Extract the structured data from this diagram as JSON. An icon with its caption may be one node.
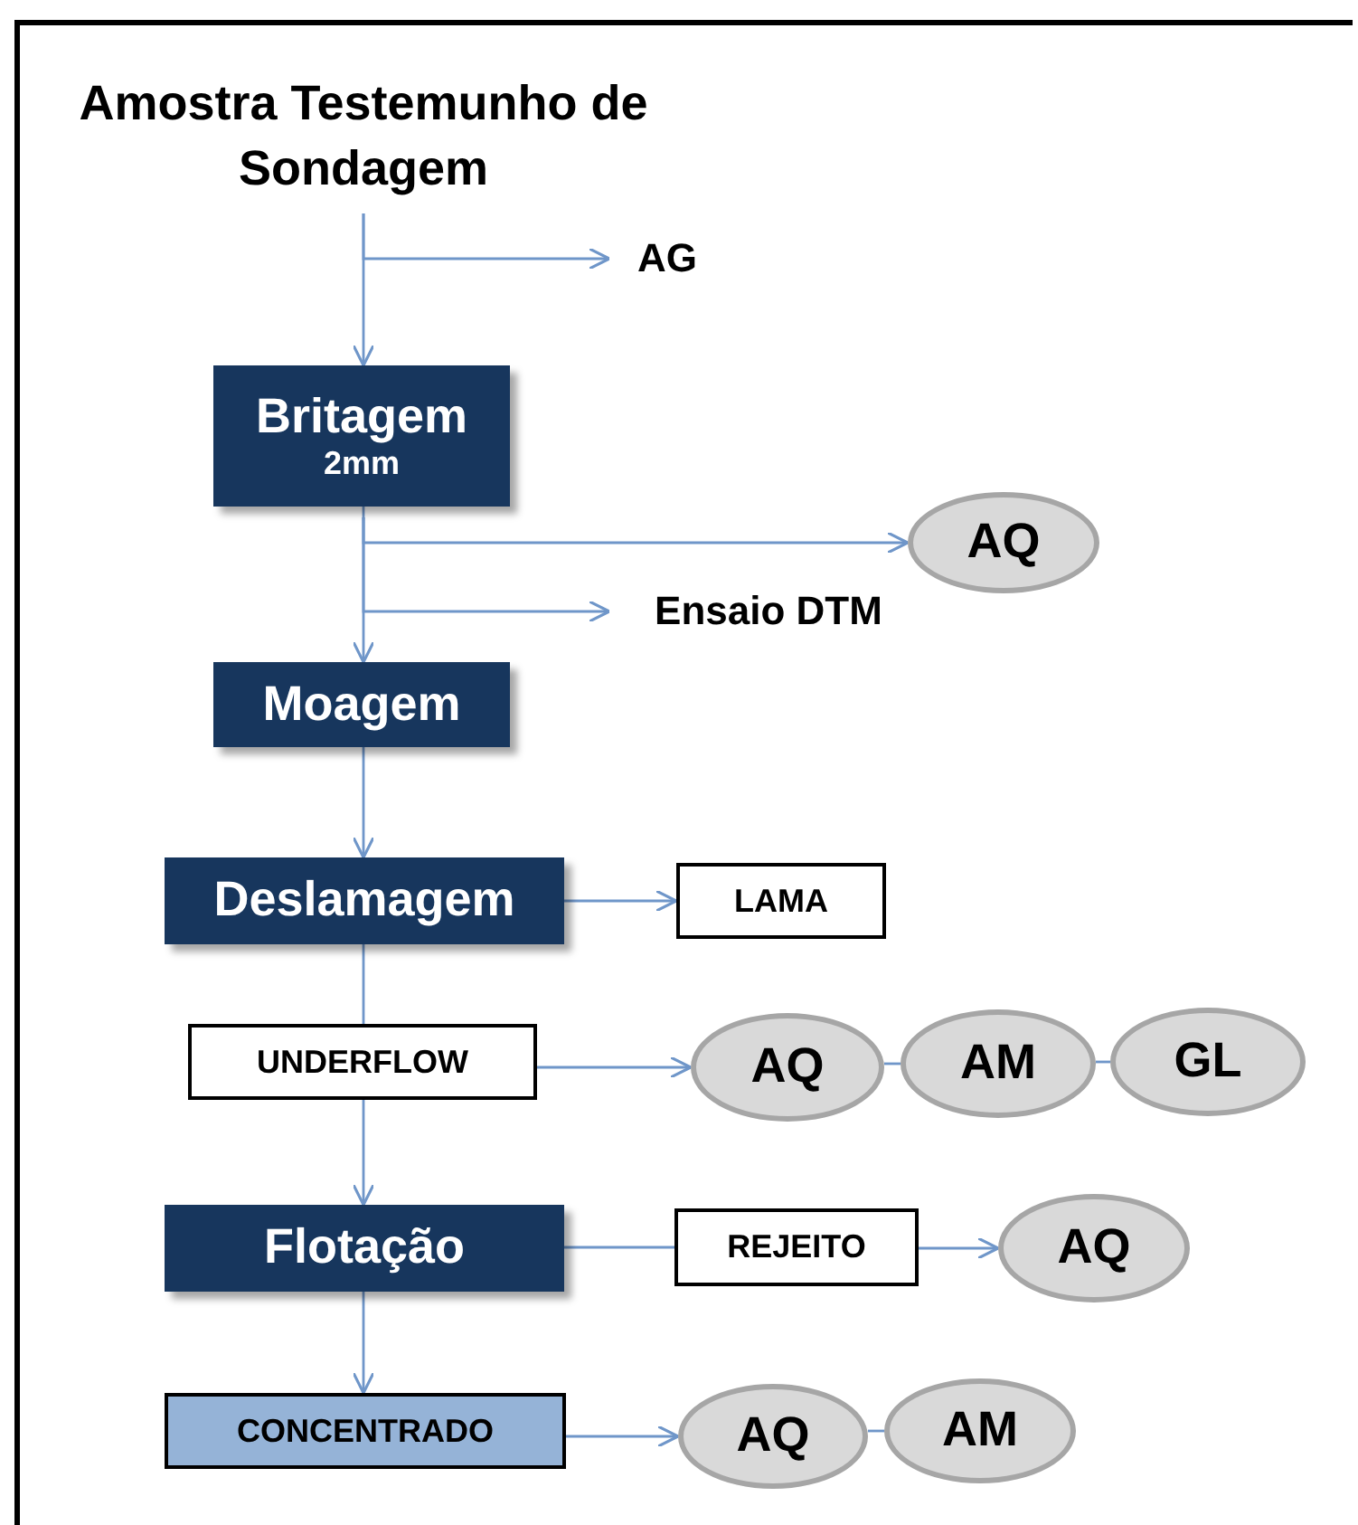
{
  "diagram": {
    "nodes": [
      {
        "text": [
          "Amostra Testemunho de Sondagem"
        ]
      },
      {
        "text": [
          "AG"
        ]
      },
      {
        "text": [
          "Britagem",
          "2mm"
        ]
      },
      {
        "text": [
          "AQ"
        ]
      },
      {
        "text": [
          "Ensaio DTM"
        ]
      },
      {
        "text": [
          "Moagem"
        ]
      },
      {
        "text": [
          "Deslamagem"
        ]
      },
      {
        "text": [
          "LAMA"
        ]
      },
      {
        "text": [
          "UNDERFLOW"
        ]
      },
      {
        "text": [
          "AQ"
        ]
      },
      {
        "text": [
          "AM"
        ]
      },
      {
        "text": [
          "GL"
        ]
      },
      {
        "text": [
          "Flotação"
        ]
      },
      {
        "text": [
          "REJEITO"
        ]
      },
      {
        "text": [
          "AQ"
        ]
      },
      {
        "text": [
          "CONCENTRADO"
        ]
      },
      {
        "text": [
          "AQ"
        ]
      },
      {
        "text": [
          "AM"
        ]
      }
    ],
    "edges": [
      {
        "from": 0,
        "to": 1,
        "arrow": "to"
      },
      {
        "from": 0,
        "to": 2,
        "arrow": "to"
      },
      {
        "from": 2,
        "to": 3,
        "arrow": "to"
      },
      {
        "from": 2,
        "to": 4,
        "arrow": "to"
      },
      {
        "from": 2,
        "to": 5,
        "arrow": "to"
      },
      {
        "from": 5,
        "to": 6,
        "arrow": "to"
      },
      {
        "from": 6,
        "to": 7,
        "arrow": "to"
      },
      {
        "from": 6,
        "to": 8,
        "arrow": "none"
      },
      {
        "from": 8,
        "to": 9,
        "arrow": "to"
      },
      {
        "from": 9,
        "to": 10,
        "arrow": "none"
      },
      {
        "from": 10,
        "to": 11,
        "arrow": "none"
      },
      {
        "from": 8,
        "to": 12,
        "arrow": "to"
      },
      {
        "from": 12,
        "to": 13,
        "arrow": "none"
      },
      {
        "from": 13,
        "to": 14,
        "arrow": "to"
      },
      {
        "from": 12,
        "to": 15,
        "arrow": "to"
      },
      {
        "from": 15,
        "to": 16,
        "arrow": "to"
      },
      {
        "from": 16,
        "to": 17,
        "arrow": "none"
      }
    ]
  }
}
